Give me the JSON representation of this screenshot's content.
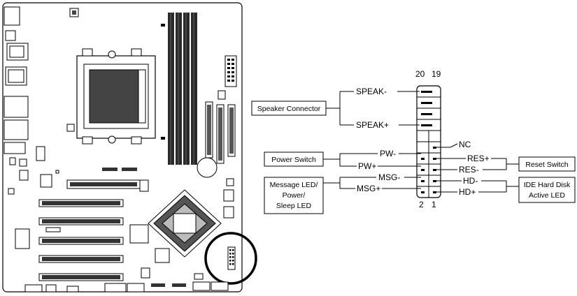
{
  "header": {
    "pin_top_left": "20",
    "pin_top_right": "19",
    "pin_bottom_left": "2",
    "pin_bottom_right": "1"
  },
  "left_boxes": {
    "speaker_connector": "Speaker Connector",
    "power_switch": "Power Switch",
    "message_led_line1": "Message LED/",
    "message_led_line2": "Power/",
    "message_led_line3": "Sleep LED"
  },
  "right_boxes": {
    "reset_switch": "Reset Switch",
    "ide_led_line1": "IDE Hard Disk",
    "ide_led_line2": "Active LED"
  },
  "pin_labels": {
    "speak_minus": "SPEAK-",
    "speak_plus": "SPEAK+",
    "nc": "NC",
    "pw_minus": "PW-",
    "pw_plus": "PW+",
    "res_plus": "RES+",
    "res_minus": "RES-",
    "msg_minus": "MSG-",
    "msg_plus": "MSG+",
    "hd_minus": "HD-",
    "hd_plus": "HD+"
  },
  "colors": {
    "line": "#000000",
    "board_fill": "#ffffff",
    "slot_dark": "#2a2a2a"
  }
}
